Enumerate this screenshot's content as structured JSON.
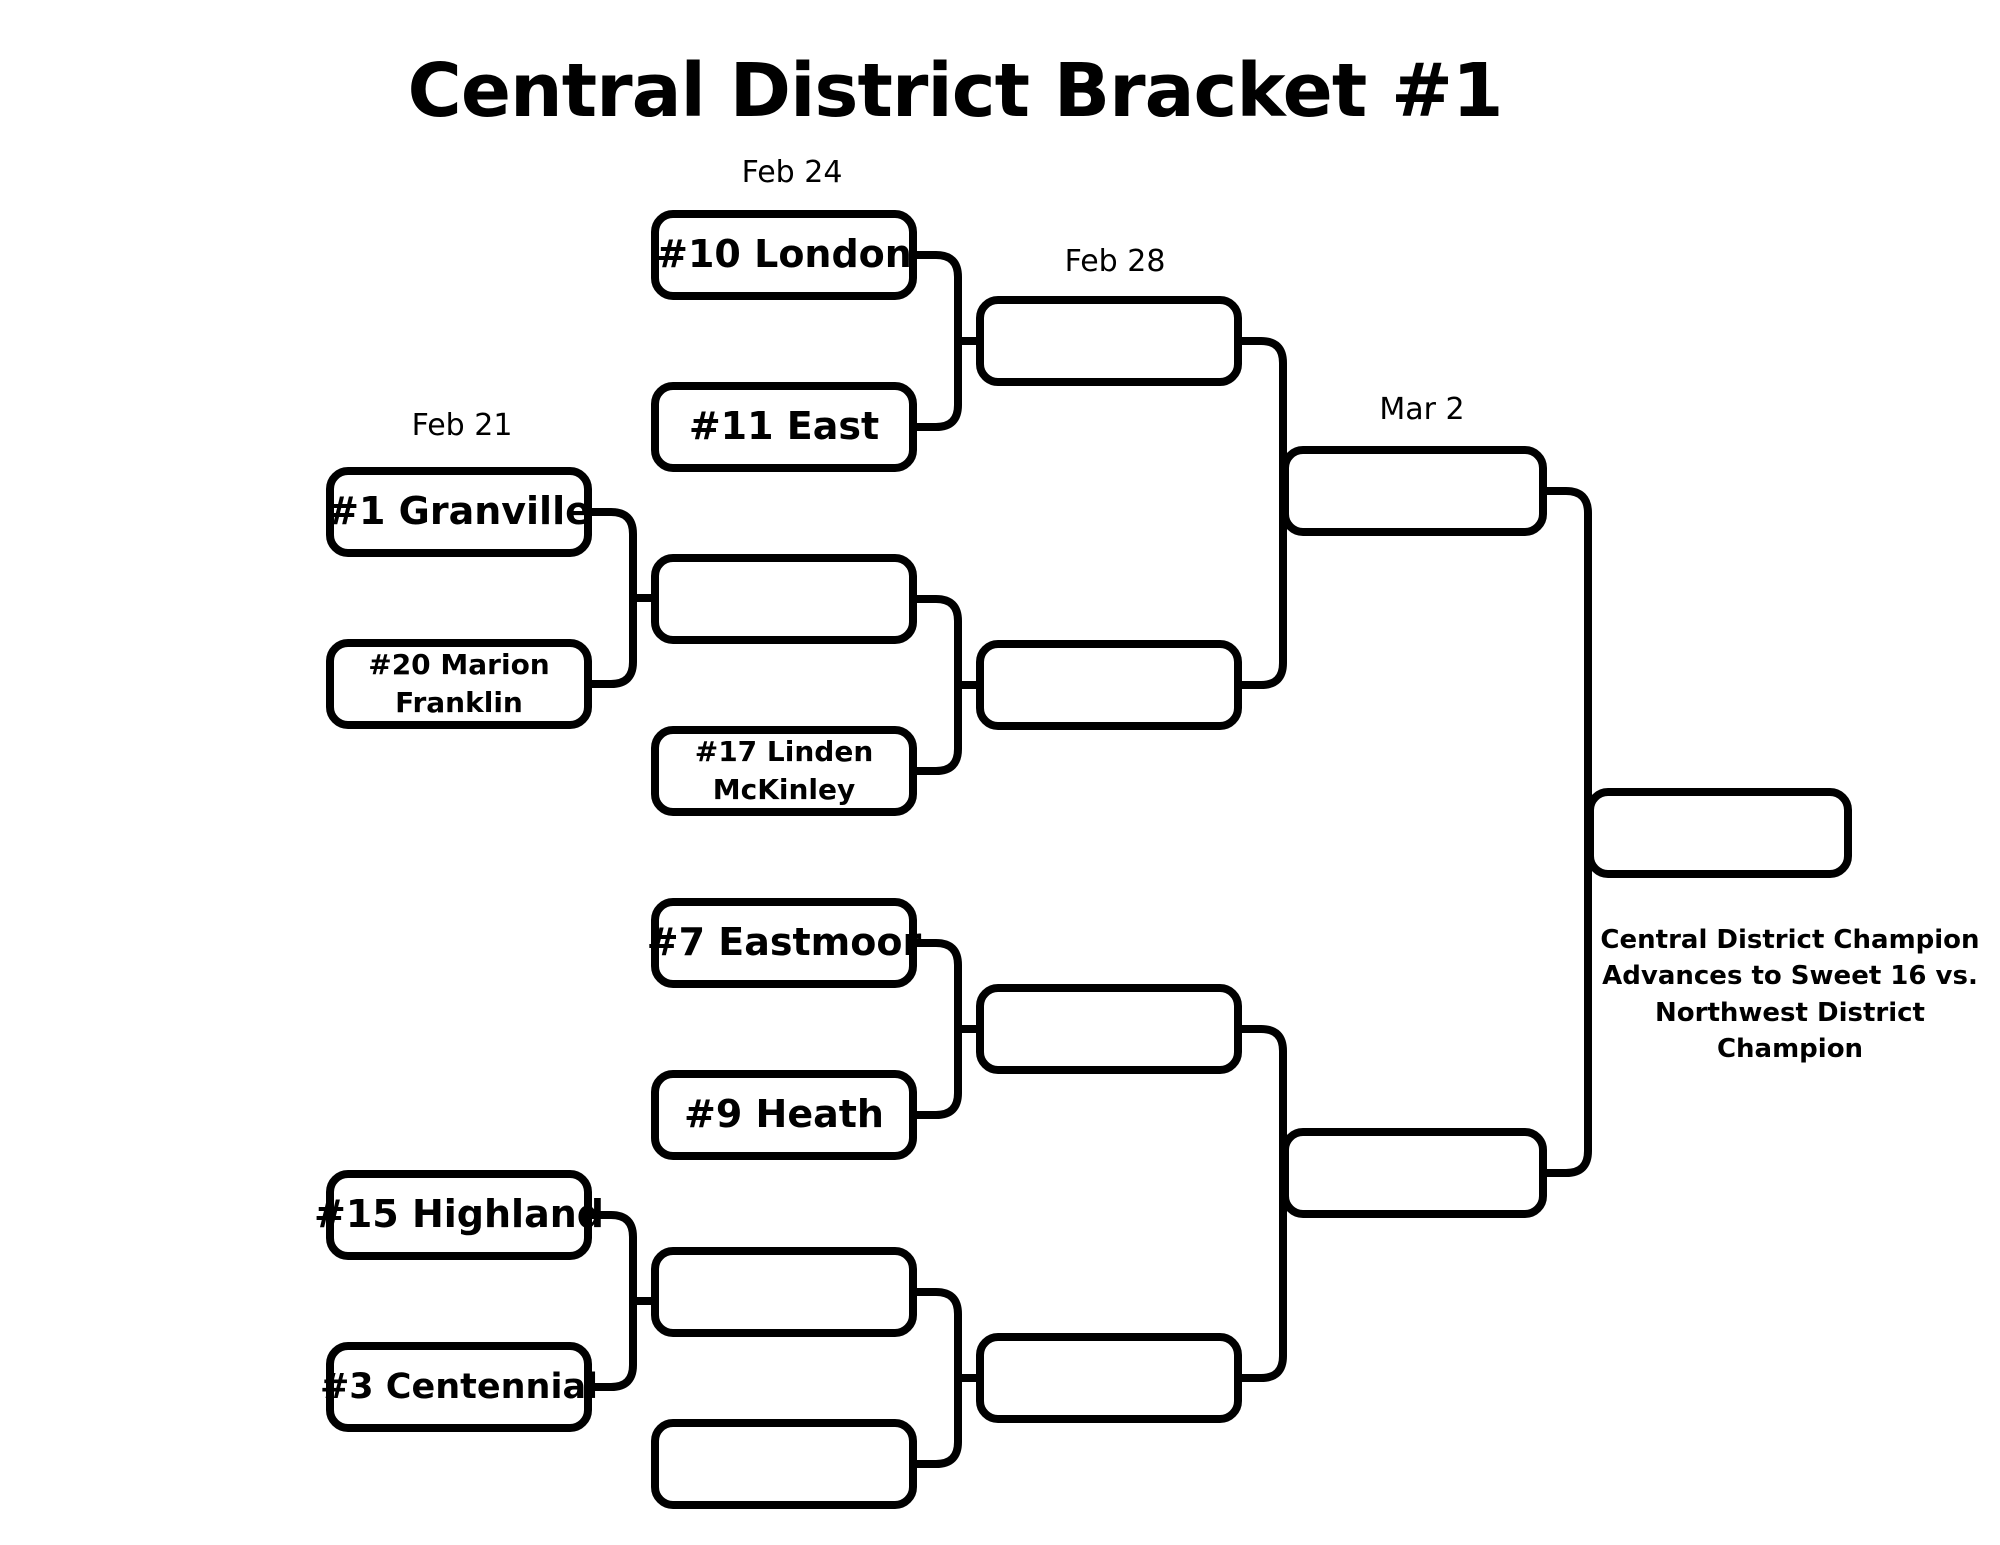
{
  "title": "Central District Bracket #1",
  "dates": {
    "round1": "Feb 21",
    "round2": "Feb 24",
    "round3": "Feb 28",
    "round4": "Mar 2"
  },
  "teams": {
    "granville": "#1 Granville",
    "marion_franklin": "#20 Marion Franklin",
    "london": "#10 London",
    "east": "#11 East",
    "linden_mckinley": "#17 Linden McKinley",
    "eastmoor": "#7 Eastmoor",
    "heath": "#9 Heath",
    "highland": "#15 Highland",
    "centennial": "#3 Centennial"
  },
  "champion_note": {
    "line1": "Central District Champion",
    "line2": "Advances to Sweet 16 vs.",
    "line3": "Northwest District Champion"
  }
}
